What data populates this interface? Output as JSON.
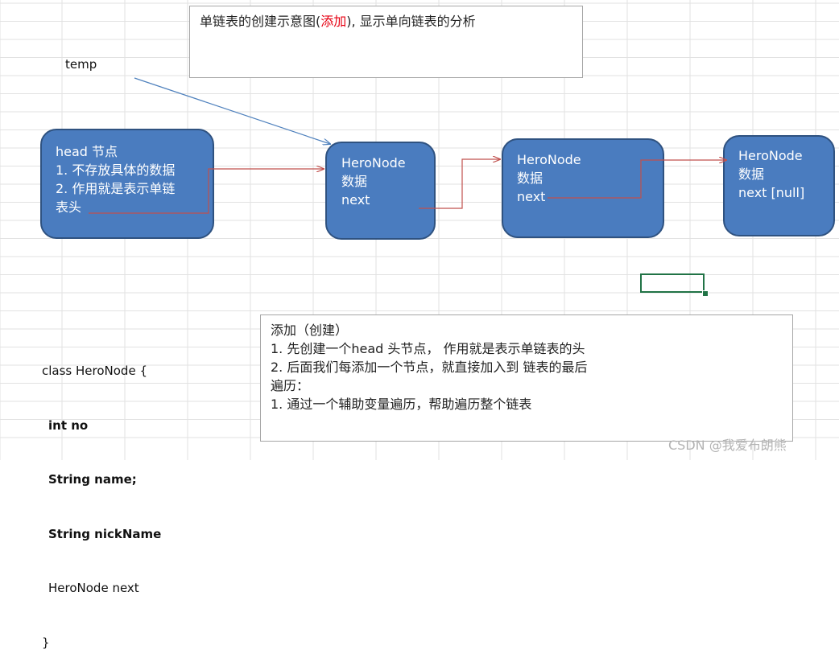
{
  "title_box": {
    "pre": "单链表的创建示意图(",
    "highlight": "添加",
    "post": "), 显示单向链表的分析",
    "highlight_color": "#e60012"
  },
  "temp_label": "temp",
  "head_node": {
    "lines": [
      "head 节点",
      "1. 不存放具体的数据",
      "2. 作用就是表示单链",
      "表头"
    ]
  },
  "nodes": [
    {
      "lines": [
        "HeroNode",
        "数据",
        "next"
      ]
    },
    {
      "lines": [
        "HeroNode",
        "数据",
        "next"
      ]
    },
    {
      "lines": [
        "HeroNode",
        "数据",
        "next [null]"
      ]
    }
  ],
  "class_code": {
    "line1": "class HeroNode {",
    "line2": "int no",
    "line3": "String name;",
    "line4": "String nickName",
    "line5": "HeroNode next",
    "line6": "}"
  },
  "notes_box": {
    "lines": [
      "添加（创建）",
      "1. 先创建一个head 头节点， 作用就是表示单链表的头",
      "2. 后面我们每添加一个节点，就直接加入到 链表的最后",
      "遍历：",
      "1.  通过一个辅助变量遍历，帮助遍历整个链表"
    ]
  },
  "watermark": "CSDN @我爱布朗熊",
  "colors": {
    "node_fill": "#4a7cbf",
    "node_border": "#2f5280",
    "link_arrow": "#c0504d",
    "temp_arrow": "#4f81bd",
    "selection": "#217346"
  }
}
